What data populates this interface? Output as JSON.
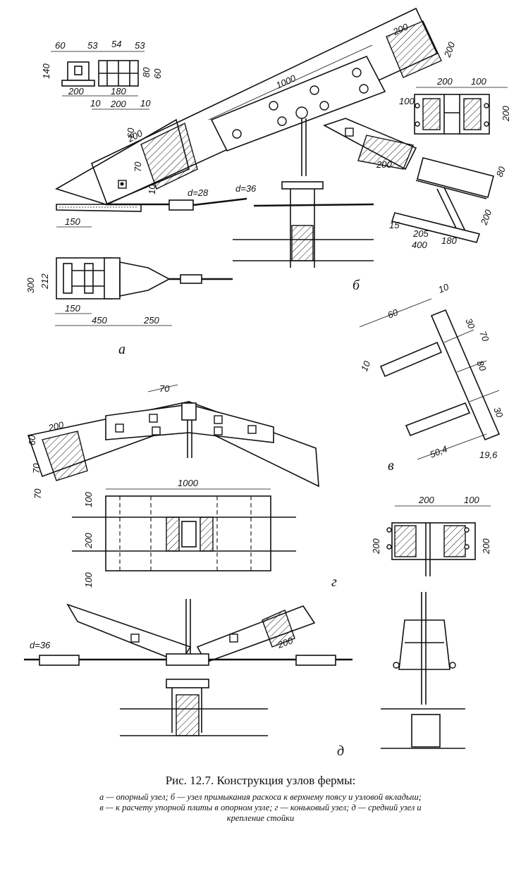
{
  "figure": {
    "letters": {
      "a": "а",
      "b": "б",
      "v": "в",
      "g": "г",
      "d": "д"
    },
    "dims": {
      "a_top": [
        "60",
        "53",
        "54",
        "53",
        "140",
        "200",
        "180",
        "10",
        "200",
        "10",
        "80",
        "60"
      ],
      "a_main": [
        "60",
        "200",
        "70",
        "10",
        "150",
        "d=28",
        "d=36"
      ],
      "a_plan": [
        "300",
        "212",
        "150",
        "450",
        "250"
      ],
      "b_main": [
        "200",
        "200",
        "1000",
        "200",
        "100",
        "200",
        "200",
        "100",
        "80",
        "15",
        "205",
        "200",
        "180",
        "400"
      ],
      "v": [
        "60",
        "10",
        "30",
        "70",
        "80",
        "10",
        "30",
        "50,4",
        "19,6"
      ],
      "g": [
        "70",
        "200",
        "60",
        "70",
        "70",
        "1000",
        "100",
        "200",
        "100",
        "200",
        "100",
        "200",
        "200"
      ],
      "d": [
        "d=36",
        "200"
      ]
    }
  },
  "caption": {
    "title": "Рис. 12.7. Конструкция узлов фермы:",
    "lines": [
      "а — опорный узел; б — узел примыкания раскоса к верхнему поясу и узловой вкладыш;",
      "в — к расчету упорной плиты в опорном узле; г — коньковый узел; д — средний узел и",
      "крепление стойки"
    ]
  }
}
